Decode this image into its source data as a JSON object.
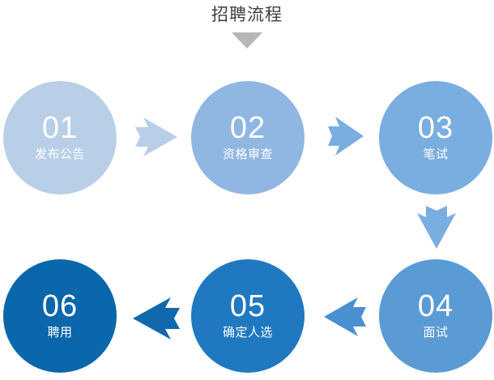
{
  "title": {
    "text": "招聘流程",
    "caret_color": "#b7b7b7",
    "text_color": "#3f3f3f"
  },
  "flow": {
    "direction": "snake-right-then-left",
    "nodes": [
      {
        "id": "01",
        "number": "01",
        "label": "发布公告",
        "color": "#b9cfe8",
        "row": 1,
        "col": 1
      },
      {
        "id": "02",
        "number": "02",
        "label": "资格审查",
        "color": "#8fb7e2",
        "row": 1,
        "col": 2
      },
      {
        "id": "03",
        "number": "03",
        "label": "笔试",
        "color": "#7aaee0",
        "row": 1,
        "col": 3
      },
      {
        "id": "04",
        "number": "04",
        "label": "面试",
        "color": "#5b9bd5",
        "row": 2,
        "col": 3
      },
      {
        "id": "05",
        "number": "05",
        "label": "确定人选",
        "color": "#2079c0",
        "row": 2,
        "col": 2
      },
      {
        "id": "06",
        "number": "06",
        "label": "聘用",
        "color": "#0a67ab",
        "row": 2,
        "col": 1
      }
    ],
    "arrows": [
      {
        "id": "a1",
        "from": "01",
        "to": "02",
        "direction": "right",
        "color": "#b9cfe8"
      },
      {
        "id": "a2",
        "from": "02",
        "to": "03",
        "direction": "right",
        "color": "#7aaee0"
      },
      {
        "id": "a3",
        "from": "03",
        "to": "04",
        "direction": "down",
        "color": "#7aaee0"
      },
      {
        "id": "a4",
        "from": "04",
        "to": "05",
        "direction": "left",
        "color": "#4a90d0"
      },
      {
        "id": "a5",
        "from": "05",
        "to": "06",
        "direction": "left",
        "color": "#1268ac"
      }
    ]
  }
}
